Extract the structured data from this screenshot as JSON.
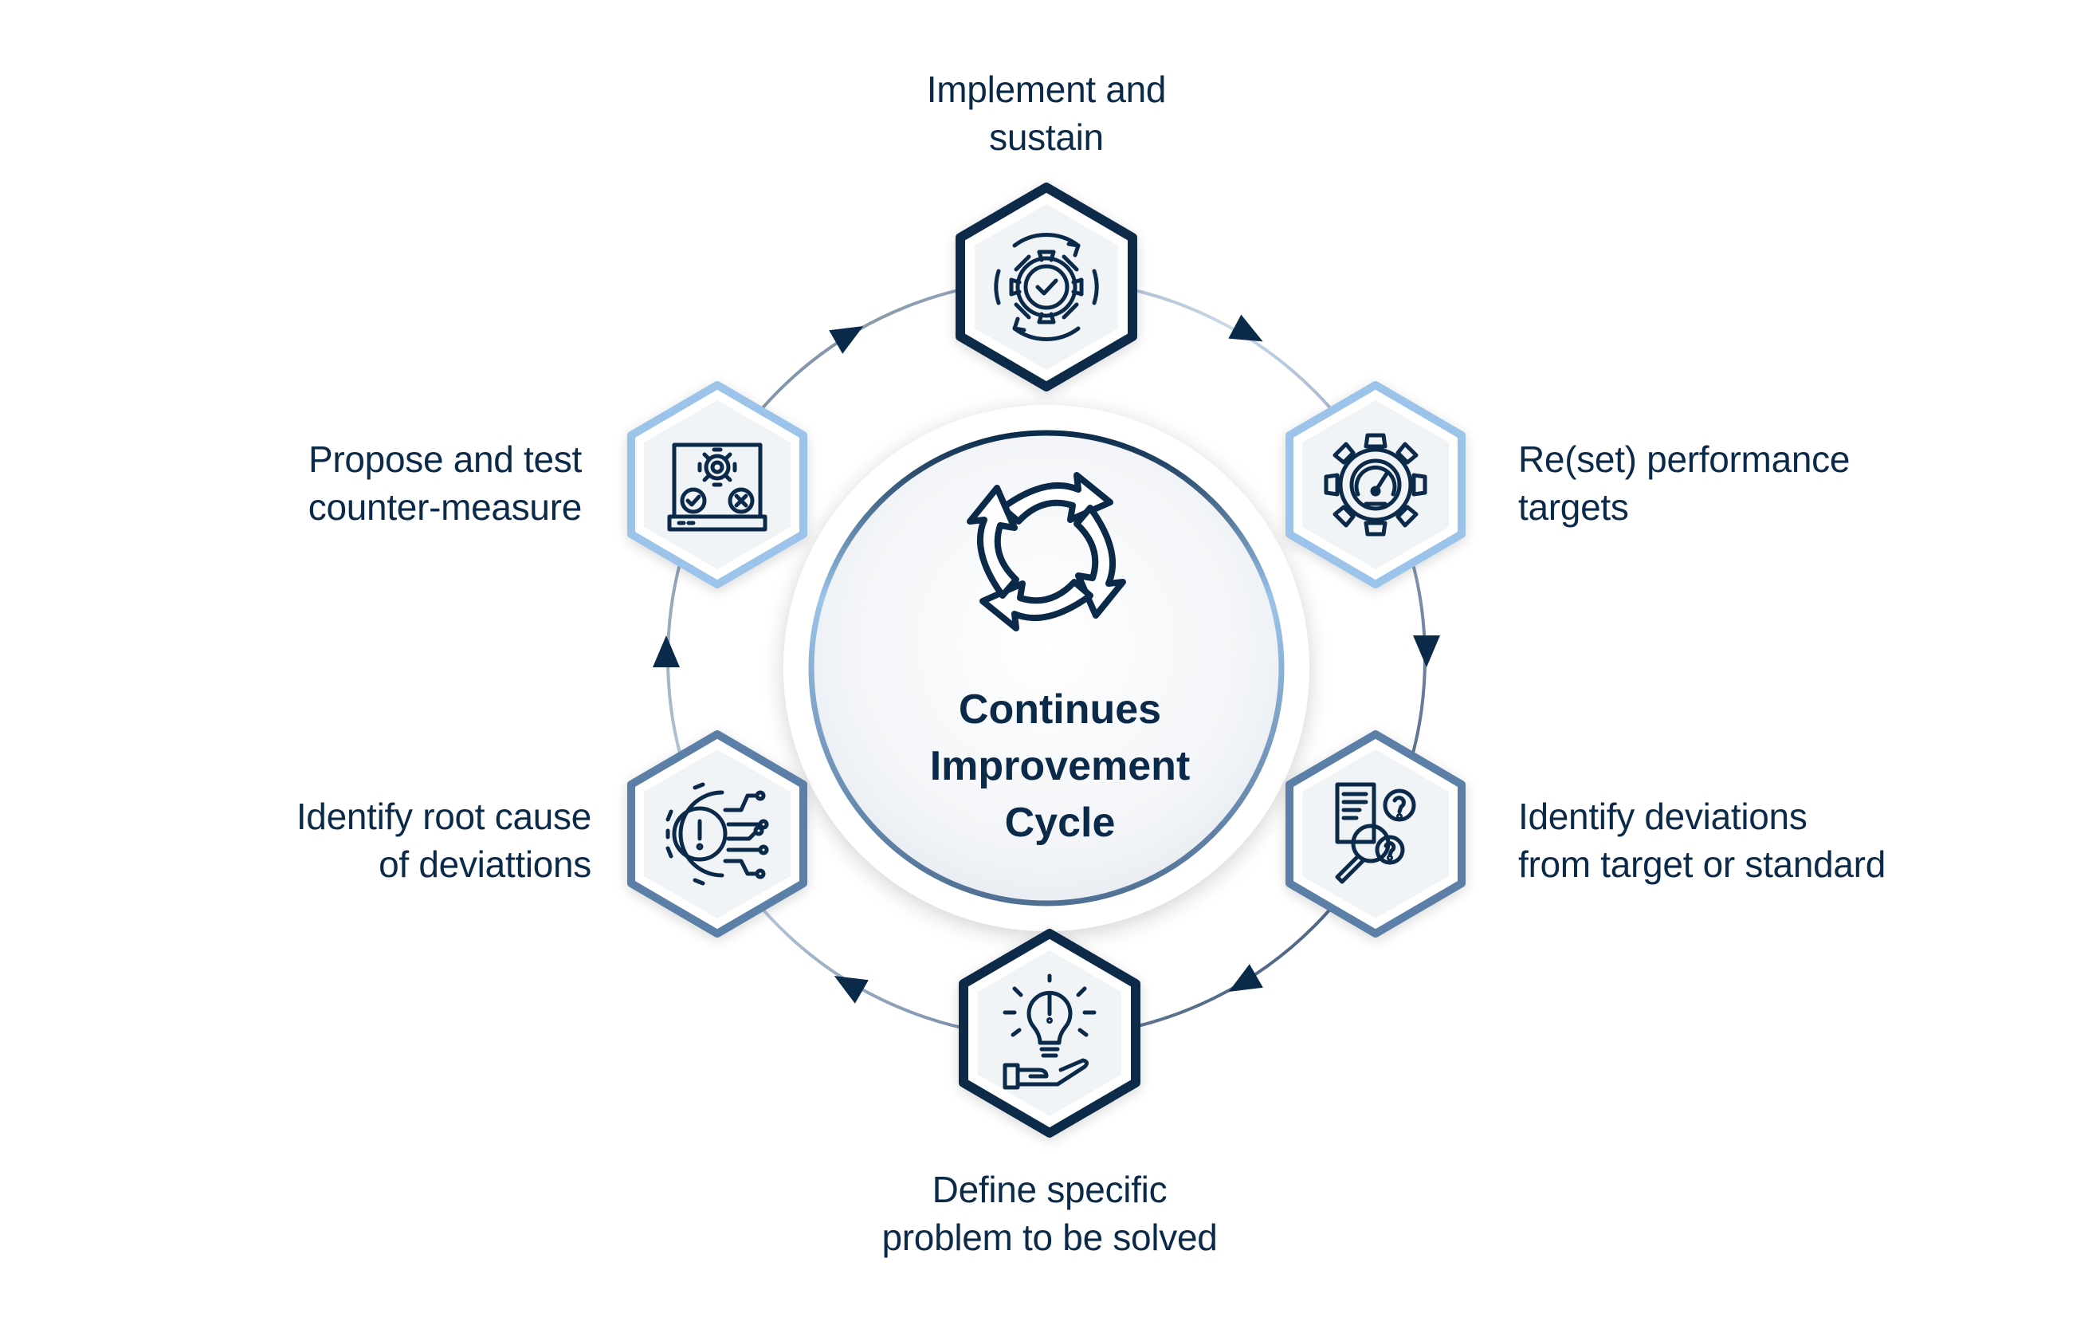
{
  "diagram": {
    "center": {
      "line1": "Continues",
      "line2": "Improvement",
      "line3": "Cycle",
      "icon": "cycle-arrows-icon"
    },
    "steps": [
      {
        "line1": "Implement and",
        "line2": "sustain",
        "icon": "gear-check-icon",
        "style": "dark"
      },
      {
        "line1": "Re(set) performance",
        "line2": "targets",
        "icon": "gauge-gear-icon",
        "style": "light"
      },
      {
        "line1": "Identify deviations",
        "line2": "from target or standard",
        "icon": "document-search-icon",
        "style": "medium"
      },
      {
        "line1": "Define specific",
        "line2": "problem to be solved",
        "icon": "idea-hand-icon",
        "style": "dark"
      },
      {
        "line1": "Identify root cause",
        "line2": "of deviattions",
        "icon": "gear-alert-circuit-icon",
        "style": "medium"
      },
      {
        "line1": "Propose and test",
        "line2": "counter-measure",
        "icon": "laptop-gear-test-icon",
        "style": "light"
      }
    ],
    "colors": {
      "text": "#0b2a4a",
      "dark": "#0b2a4a",
      "medium": "#5b7fa8",
      "light": "#9cc4ea",
      "ring": "#7d93ad"
    }
  }
}
